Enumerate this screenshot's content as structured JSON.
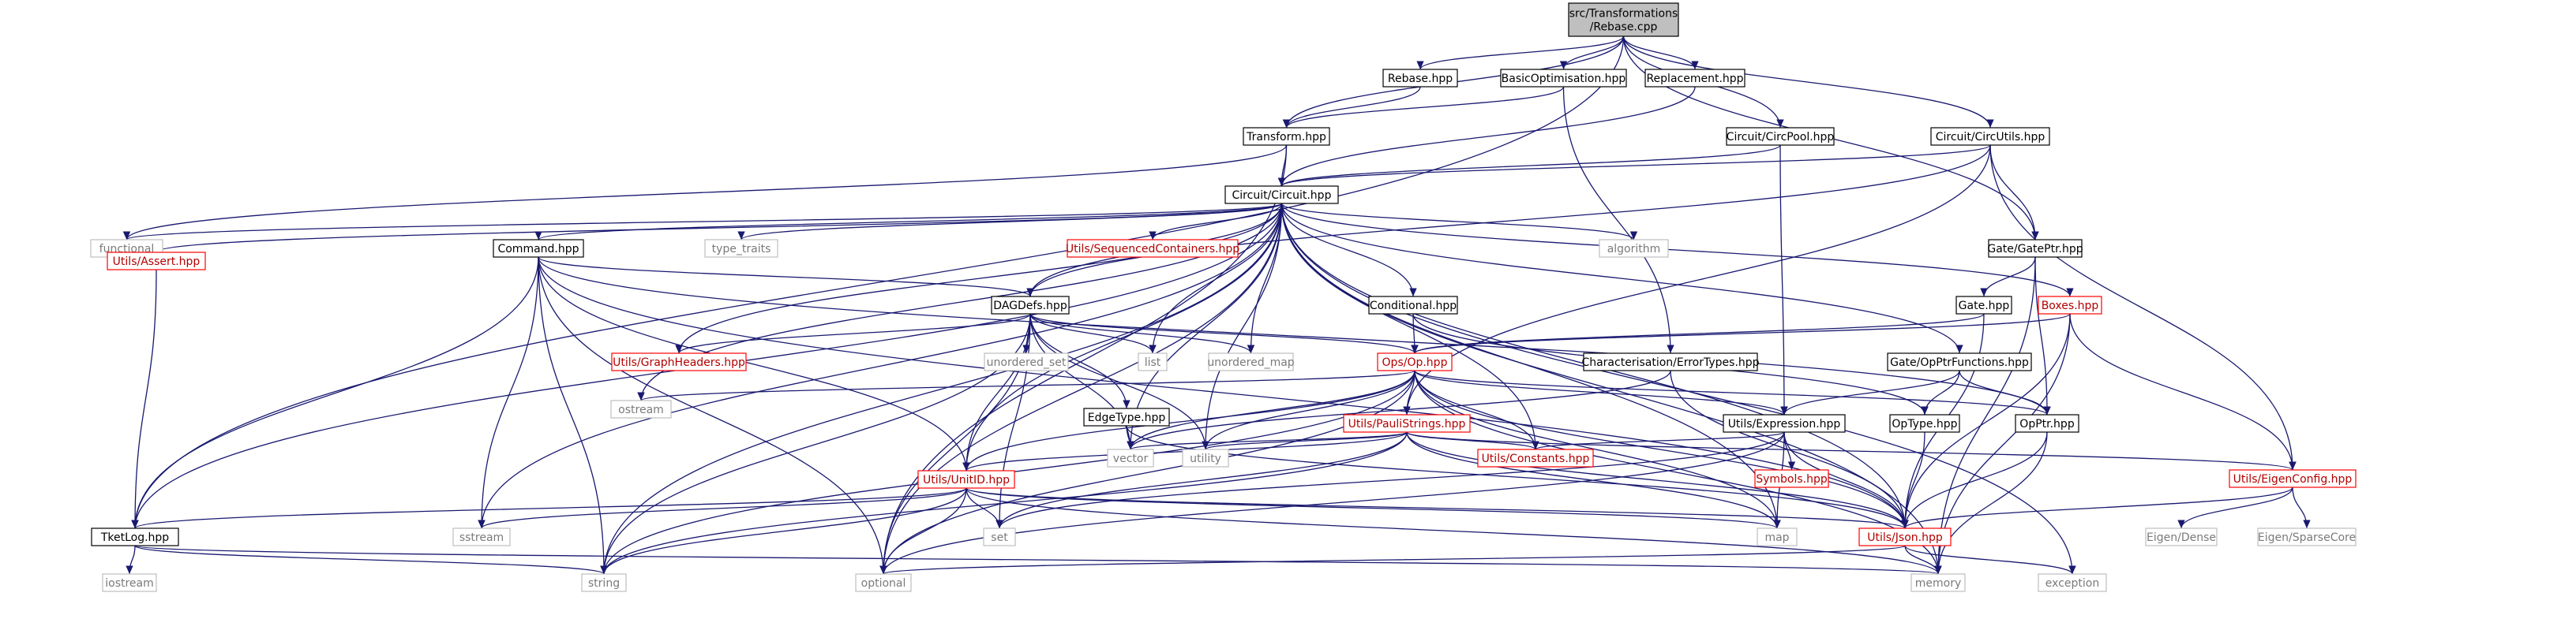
{
  "colors": {
    "edge": "#191970",
    "root_fill": "#bfbfbf",
    "red_border": "#ff0000",
    "sys_border": "#bfbfbf"
  },
  "nodes": [
    {
      "id": "root",
      "label": [
        "src/Transformations",
        "/Rebase.cpp"
      ],
      "kind": "root"
    },
    {
      "id": "rebase_hpp",
      "label": [
        "Rebase.hpp"
      ],
      "kind": "normal"
    },
    {
      "id": "basicopt",
      "label": [
        "BasicOptimisation.hpp"
      ],
      "kind": "normal"
    },
    {
      "id": "replacement",
      "label": [
        "Replacement.hpp"
      ],
      "kind": "normal"
    },
    {
      "id": "transform",
      "label": [
        "Transform.hpp"
      ],
      "kind": "normal"
    },
    {
      "id": "circpool",
      "label": [
        "Circuit/CircPool.hpp"
      ],
      "kind": "normal"
    },
    {
      "id": "circutils",
      "label": [
        "Circuit/CircUtils.hpp"
      ],
      "kind": "normal"
    },
    {
      "id": "circuit",
      "label": [
        "Circuit/Circuit.hpp"
      ],
      "kind": "normal"
    },
    {
      "id": "functional",
      "label": [
        "functional"
      ],
      "kind": "sys"
    },
    {
      "id": "command",
      "label": [
        "Command.hpp"
      ],
      "kind": "normal"
    },
    {
      "id": "type_traits",
      "label": [
        "type_traits"
      ],
      "kind": "sys"
    },
    {
      "id": "seqcont",
      "label": [
        "Utils/SequencedContainers.hpp"
      ],
      "kind": "red"
    },
    {
      "id": "algorithm",
      "label": [
        "algorithm"
      ],
      "kind": "sys"
    },
    {
      "id": "gateptr",
      "label": [
        "Gate/GatePtr.hpp"
      ],
      "kind": "normal"
    },
    {
      "id": "assert",
      "label": [
        "Utils/Assert.hpp"
      ],
      "kind": "red"
    },
    {
      "id": "dagdefs",
      "label": [
        "DAGDefs.hpp"
      ],
      "kind": "normal"
    },
    {
      "id": "conditional",
      "label": [
        "Conditional.hpp"
      ],
      "kind": "normal"
    },
    {
      "id": "gate",
      "label": [
        "Gate.hpp"
      ],
      "kind": "normal"
    },
    {
      "id": "boxes",
      "label": [
        "Boxes.hpp"
      ],
      "kind": "red"
    },
    {
      "id": "graphheaders",
      "label": [
        "Utils/GraphHeaders.hpp"
      ],
      "kind": "red"
    },
    {
      "id": "unordered_set",
      "label": [
        "unordered_set"
      ],
      "kind": "sys"
    },
    {
      "id": "list",
      "label": [
        "list"
      ],
      "kind": "sys"
    },
    {
      "id": "unordered_map",
      "label": [
        "unordered_map"
      ],
      "kind": "sys"
    },
    {
      "id": "ops",
      "label": [
        "Ops/Op.hpp"
      ],
      "kind": "red"
    },
    {
      "id": "errortypes",
      "label": [
        "Characterisation/ErrorTypes.hpp"
      ],
      "kind": "normal"
    },
    {
      "id": "opptrfunc",
      "label": [
        "Gate/OpPtrFunctions.hpp"
      ],
      "kind": "normal"
    },
    {
      "id": "ostream",
      "label": [
        "ostream"
      ],
      "kind": "sys"
    },
    {
      "id": "edgetype",
      "label": [
        "EdgeType.hpp"
      ],
      "kind": "normal"
    },
    {
      "id": "paulistrings",
      "label": [
        "Utils/PauliStrings.hpp"
      ],
      "kind": "red"
    },
    {
      "id": "expression",
      "label": [
        "Utils/Expression.hpp"
      ],
      "kind": "normal"
    },
    {
      "id": "optype",
      "label": [
        "OpType.hpp"
      ],
      "kind": "normal"
    },
    {
      "id": "opptr",
      "label": [
        "OpPtr.hpp"
      ],
      "kind": "normal"
    },
    {
      "id": "vector",
      "label": [
        "vector"
      ],
      "kind": "sys"
    },
    {
      "id": "utility",
      "label": [
        "utility"
      ],
      "kind": "sys"
    },
    {
      "id": "constants",
      "label": [
        "Utils/Constants.hpp"
      ],
      "kind": "red"
    },
    {
      "id": "symbols",
      "label": [
        "Symbols.hpp"
      ],
      "kind": "red"
    },
    {
      "id": "eigenconfig",
      "label": [
        "Utils/EigenConfig.hpp"
      ],
      "kind": "red"
    },
    {
      "id": "unitid",
      "label": [
        "Utils/UnitID.hpp"
      ],
      "kind": "red"
    },
    {
      "id": "tketlog",
      "label": [
        "TketLog.hpp"
      ],
      "kind": "normal"
    },
    {
      "id": "sstream",
      "label": [
        "sstream"
      ],
      "kind": "sys"
    },
    {
      "id": "set",
      "label": [
        "set"
      ],
      "kind": "sys"
    },
    {
      "id": "map",
      "label": [
        "map"
      ],
      "kind": "sys"
    },
    {
      "id": "json",
      "label": [
        "Utils/Json.hpp"
      ],
      "kind": "red"
    },
    {
      "id": "eigen_dense",
      "label": [
        "Eigen/Dense"
      ],
      "kind": "sys"
    },
    {
      "id": "eigen_sparse",
      "label": [
        "Eigen/SparseCore"
      ],
      "kind": "sys"
    },
    {
      "id": "iostream",
      "label": [
        "iostream"
      ],
      "kind": "sys"
    },
    {
      "id": "string",
      "label": [
        "string"
      ],
      "kind": "sys"
    },
    {
      "id": "optional",
      "label": [
        "optional"
      ],
      "kind": "sys"
    },
    {
      "id": "memory",
      "label": [
        "memory"
      ],
      "kind": "sys"
    },
    {
      "id": "exception",
      "label": [
        "exception"
      ],
      "kind": "sys"
    }
  ],
  "edges": [
    [
      "root",
      "rebase_hpp"
    ],
    [
      "root",
      "basicopt"
    ],
    [
      "root",
      "replacement"
    ],
    [
      "root",
      "transform"
    ],
    [
      "root",
      "circpool"
    ],
    [
      "root",
      "circutils"
    ],
    [
      "root",
      "gateptr"
    ],
    [
      "root",
      "tketlog"
    ],
    [
      "rebase_hpp",
      "transform"
    ],
    [
      "basicopt",
      "transform"
    ],
    [
      "basicopt",
      "errortypes"
    ],
    [
      "replacement",
      "circuit"
    ],
    [
      "transform",
      "circuit"
    ],
    [
      "transform",
      "functional"
    ],
    [
      "transform",
      "optional"
    ],
    [
      "circpool",
      "circuit"
    ],
    [
      "circpool",
      "expression"
    ],
    [
      "circutils",
      "circuit"
    ],
    [
      "circutils",
      "gateptr"
    ],
    [
      "circutils",
      "eigenconfig"
    ],
    [
      "circutils",
      "paulistrings"
    ],
    [
      "circutils",
      "dagdefs"
    ],
    [
      "circuit",
      "functional"
    ],
    [
      "circuit",
      "command"
    ],
    [
      "circuit",
      "type_traits"
    ],
    [
      "circuit",
      "seqcont"
    ],
    [
      "circuit",
      "algorithm"
    ],
    [
      "circuit",
      "assert"
    ],
    [
      "circuit",
      "dagdefs"
    ],
    [
      "circuit",
      "conditional"
    ],
    [
      "circuit",
      "boxes"
    ],
    [
      "circuit",
      "graphheaders"
    ],
    [
      "circuit",
      "list"
    ],
    [
      "circuit",
      "unordered_map"
    ],
    [
      "circuit",
      "opptrfunc"
    ],
    [
      "circuit",
      "ostream"
    ],
    [
      "circuit",
      "vector"
    ],
    [
      "circuit",
      "utility"
    ],
    [
      "circuit",
      "constants"
    ],
    [
      "circuit",
      "unitid"
    ],
    [
      "circuit",
      "tketlog"
    ],
    [
      "circuit",
      "sstream"
    ],
    [
      "circuit",
      "json"
    ],
    [
      "circuit",
      "map"
    ],
    [
      "circuit",
      "string"
    ],
    [
      "circuit",
      "optional"
    ],
    [
      "circuit",
      "memory"
    ],
    [
      "circuit",
      "exception"
    ],
    [
      "command",
      "dagdefs"
    ],
    [
      "command",
      "opptr"
    ],
    [
      "command",
      "unitid"
    ],
    [
      "command",
      "tketlog"
    ],
    [
      "command",
      "sstream"
    ],
    [
      "command",
      "string"
    ],
    [
      "command",
      "optional"
    ],
    [
      "command",
      "json"
    ],
    [
      "gateptr",
      "gate"
    ],
    [
      "gateptr",
      "opptr"
    ],
    [
      "gateptr",
      "memory"
    ],
    [
      "assert",
      "tketlog"
    ],
    [
      "dagdefs",
      "graphheaders"
    ],
    [
      "dagdefs",
      "unordered_set"
    ],
    [
      "dagdefs",
      "list"
    ],
    [
      "dagdefs",
      "unordered_map"
    ],
    [
      "dagdefs",
      "ops"
    ],
    [
      "dagdefs",
      "edgetype"
    ],
    [
      "dagdefs",
      "vector"
    ],
    [
      "dagdefs",
      "utility"
    ],
    [
      "dagdefs",
      "unitid"
    ],
    [
      "dagdefs",
      "set"
    ],
    [
      "dagdefs",
      "string"
    ],
    [
      "dagdefs",
      "optional"
    ],
    [
      "conditional",
      "ops"
    ],
    [
      "conditional",
      "optype"
    ],
    [
      "gate",
      "ops"
    ],
    [
      "gate",
      "json"
    ],
    [
      "boxes",
      "ops"
    ],
    [
      "boxes",
      "eigenconfig"
    ],
    [
      "boxes",
      "json"
    ],
    [
      "boxes",
      "memory"
    ],
    [
      "ops",
      "paulistrings"
    ],
    [
      "ops",
      "expression"
    ],
    [
      "ops",
      "opptr"
    ],
    [
      "ops",
      "ostream"
    ],
    [
      "ops",
      "vector"
    ],
    [
      "ops",
      "utility"
    ],
    [
      "ops",
      "constants"
    ],
    [
      "ops",
      "unitid"
    ],
    [
      "ops",
      "json"
    ],
    [
      "ops",
      "string"
    ],
    [
      "ops",
      "optional"
    ],
    [
      "ops",
      "memory"
    ],
    [
      "ops",
      "map"
    ],
    [
      "errortypes",
      "json"
    ],
    [
      "errortypes",
      "vector"
    ],
    [
      "opptrfunc",
      "expression"
    ],
    [
      "opptrfunc",
      "optype"
    ],
    [
      "opptrfunc",
      "opptr"
    ],
    [
      "edgetype",
      "vector"
    ],
    [
      "edgetype",
      "json"
    ],
    [
      "paulistrings",
      "unitid"
    ],
    [
      "paulistrings",
      "constants"
    ],
    [
      "paulistrings",
      "eigenconfig"
    ],
    [
      "paulistrings",
      "json"
    ],
    [
      "paulistrings",
      "vector"
    ],
    [
      "paulistrings",
      "utility"
    ],
    [
      "paulistrings",
      "set"
    ],
    [
      "paulistrings",
      "map"
    ],
    [
      "paulistrings",
      "string"
    ],
    [
      "expression",
      "symbols"
    ],
    [
      "expression",
      "constants"
    ],
    [
      "expression",
      "set"
    ],
    [
      "expression",
      "map"
    ],
    [
      "expression",
      "optional"
    ],
    [
      "expression",
      "json"
    ],
    [
      "optype",
      "json"
    ],
    [
      "opptr",
      "json"
    ],
    [
      "opptr",
      "memory"
    ],
    [
      "eigenconfig",
      "eigen_dense"
    ],
    [
      "eigenconfig",
      "eigen_sparse"
    ],
    [
      "eigenconfig",
      "json"
    ],
    [
      "unitid",
      "tketlog"
    ],
    [
      "unitid",
      "sstream"
    ],
    [
      "unitid",
      "set"
    ],
    [
      "unitid",
      "json"
    ],
    [
      "unitid",
      "map"
    ],
    [
      "unitid",
      "string"
    ],
    [
      "unitid",
      "optional"
    ],
    [
      "unitid",
      "memory"
    ],
    [
      "tketlog",
      "iostream"
    ],
    [
      "tketlog",
      "string"
    ],
    [
      "tketlog",
      "memory"
    ],
    [
      "json",
      "optional"
    ],
    [
      "json",
      "exception"
    ],
    [
      "json",
      "memory"
    ]
  ]
}
